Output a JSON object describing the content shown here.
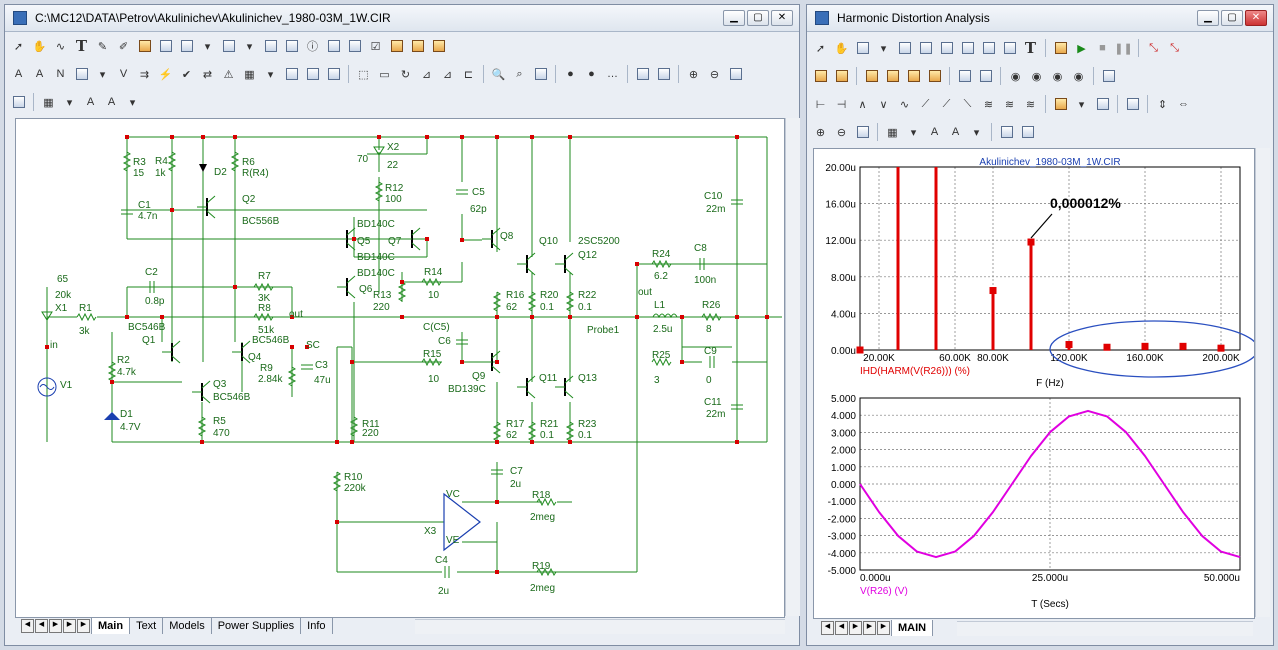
{
  "left_window": {
    "title": "C:\\MC12\\DATA\\Petrov\\Akulinichev\\Akulinichev_1980-03M_1W.CIR",
    "tabs": [
      "Main",
      "Text",
      "Models",
      "Power Supplies",
      "Info"
    ],
    "active_tab": "Main"
  },
  "schematic": {
    "labels": {
      "r3": "R3",
      "r3v": "15",
      "r4": "R4",
      "r4v": "1k",
      "r6": "R6",
      "r6v": "R(R4)",
      "d2": "D2",
      "q2": "Q2",
      "q2m": "BC556B",
      "c1": "C1",
      "c1v": "4.7n",
      "x2": "X2",
      "x2a": "70",
      "x2b": "22",
      "r12": "R12",
      "r12v": "100",
      "c5": "C5",
      "c5v": "62p",
      "q5m1": "BD140C",
      "q5": "Q5",
      "q7": "Q7",
      "q7m": "BD140C",
      "q6m": "BD140C",
      "q6": "Q6",
      "r14": "R14",
      "r14v": "10",
      "r13": "R13",
      "r13v": "220",
      "q8": "Q8",
      "q10": "Q10",
      "q12m": "2SC5200",
      "q12": "Q12",
      "r16": "R16",
      "r16v": "62",
      "r20": "R20",
      "r20v": "0.1",
      "r22": "R22",
      "r22v": "0.1",
      "r24": "R24",
      "r24v": "6.2",
      "c8": "C8",
      "c8v": "100n",
      "c10": "C10",
      "c10v": "22m",
      "l1": "L1",
      "l1v": "2.5u",
      "r26": "R26",
      "r26v": "8",
      "out2": "out",
      "probe": "Probe1",
      "r25": "R25",
      "r25v": "3",
      "c9": "C9",
      "c9v": "0",
      "c11": "C11",
      "c11v": "22m",
      "v65": "65",
      "v20k": "20k",
      "x1": "X1",
      "r1": "R1",
      "r1v": "3k",
      "in": "in",
      "c2": "C2",
      "c2v": "0.8p",
      "r7": "R7",
      "r7v": "3K",
      "r8": "R8",
      "r8v": "51k",
      "out": "out",
      "q1m": "BC546B",
      "q1": "Q1",
      "q4m": "BC546B",
      "q4": "Q4",
      "sc": "SC",
      "r9": "R9",
      "r9v": "2.84k",
      "c3": "C3",
      "c3v": "47u",
      "r2": "R2",
      "r2v": "4.7k",
      "v1": "V1",
      "q3": "Q3",
      "q3m": "BC546B",
      "r5": "R5",
      "r5v": "470",
      "d1": "D1",
      "d1v": "4.7V",
      "cc5": "C(C5)",
      "c6": "C6",
      "r15": "R15",
      "r15v": "10",
      "q9": "Q9",
      "q9m": "BD139C",
      "q11": "Q11",
      "q13": "Q13",
      "r17": "R17",
      "r17v": "62",
      "r21": "R21",
      "r21v": "0.1",
      "r23": "R23",
      "r23v": "0.1",
      "r11": "R11",
      "r11v": "220",
      "r10": "R10",
      "r10v": "220k",
      "c7": "C7",
      "c7v": "2u",
      "r18": "R18",
      "r18v": "2meg",
      "vc": "VC",
      "x3": "X3",
      "ve": "VE",
      "c4": "C4",
      "c4v": "2u",
      "r19": "R19",
      "r19v": "2meg"
    }
  },
  "right_window": {
    "title": "Harmonic Distortion Analysis",
    "tabs": [
      "MAIN"
    ],
    "active_tab": "MAIN"
  },
  "chart_data": [
    {
      "type": "bar",
      "title": "Akulinichev_1980-03M_1W.CIR",
      "xlabel": "F (Hz)",
      "series": [
        {
          "name": "IHD(HARM(V(R26))) (%)",
          "color": "#e00000"
        }
      ],
      "x": [
        10000,
        30000,
        50000,
        80000,
        100000,
        120000,
        140000,
        160000,
        180000,
        200000
      ],
      "values": [
        0.0,
        20.0,
        20.0,
        6.5,
        11.8,
        0.6,
        0.3,
        0.4,
        0.4,
        0.2
      ],
      "xlim": [
        10000,
        210000
      ],
      "ylim": [
        0,
        20
      ],
      "xticks": [
        "20.00K",
        "60.00K",
        "80.00K",
        "120.00K",
        "160.00K",
        "200.00K"
      ],
      "xtick_values": [
        20000,
        60000,
        80000,
        120000,
        160000,
        200000
      ],
      "yticks": [
        "0.00u",
        "4.00u",
        "8.00u",
        "12.00u",
        "16.00u",
        "20.00u"
      ],
      "ytick_values": [
        0,
        4,
        8,
        12,
        16,
        20
      ],
      "annotation": "0,000012%",
      "grid": true
    },
    {
      "type": "line",
      "xlabel": "T (Secs)",
      "series": [
        {
          "name": "V(R26) (V)",
          "color": "#e000e0",
          "amplitude": 4.25,
          "period": 40,
          "phase": "negative-sine"
        }
      ],
      "x": [
        0,
        2.5,
        5,
        7.5,
        10,
        12.5,
        15,
        17.5,
        20,
        22.5,
        25,
        27.5,
        30,
        32.5,
        35,
        37.5,
        40,
        42.5,
        45,
        47.5,
        50
      ],
      "values": [
        0,
        -1.63,
        -3.01,
        -3.93,
        -4.25,
        -3.93,
        -3.01,
        -1.63,
        0,
        1.63,
        3.01,
        3.93,
        4.25,
        3.93,
        3.01,
        1.63,
        0,
        -1.63,
        -3.01,
        -3.93,
        -4.25
      ],
      "xlim": [
        0,
        50
      ],
      "ylim": [
        -5,
        5
      ],
      "xticks": [
        "0.000u",
        "25.000u",
        "50.000u"
      ],
      "xtick_values": [
        0,
        25,
        50
      ],
      "yticks": [
        "5.000",
        "4.000",
        "3.000",
        "2.000",
        "1.000",
        "0.000",
        "-1.000",
        "-2.000",
        "-3.000",
        "-4.000",
        "-5.000"
      ],
      "ytick_values": [
        5,
        4,
        3,
        2,
        1,
        0,
        -1,
        -2,
        -3,
        -4,
        -5
      ],
      "grid": true
    }
  ]
}
